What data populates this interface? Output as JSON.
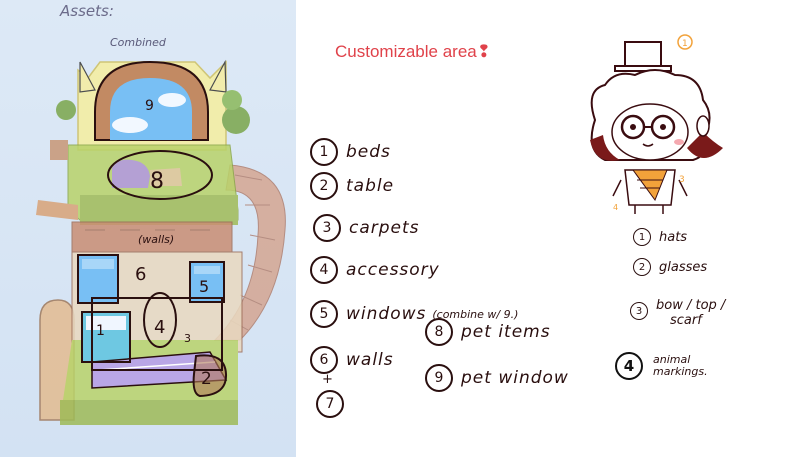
{
  "headings": {
    "assets": "Assets:",
    "combined": "Combined",
    "customizable": "Customizable area",
    "customizable_mark": "❢"
  },
  "house_labels": {
    "n9": "9",
    "n8": "8",
    "walls": "(walls)",
    "n6": "6",
    "n5": "5",
    "n1": "1",
    "n4": "4",
    "n3": "3",
    "n2": "2"
  },
  "room_items": [
    {
      "num": "1",
      "label": "beds"
    },
    {
      "num": "2",
      "label": "table"
    },
    {
      "num": "3",
      "label": "carpets"
    },
    {
      "num": "4",
      "label": "accessory"
    },
    {
      "num": "5",
      "label": "windows",
      "note": "(combine w/ 9.)"
    },
    {
      "num": "6",
      "label": "walls"
    },
    {
      "num": "7",
      "plus": "+"
    },
    {
      "num": "8",
      "label": "pet items"
    },
    {
      "num": "9",
      "label": "pet window"
    }
  ],
  "character_labels": {
    "n1": "1",
    "n3": "3",
    "n4": "4"
  },
  "character_items": [
    {
      "num": "1",
      "label": "hats"
    },
    {
      "num": "2",
      "label": "glasses"
    },
    {
      "num": "3",
      "label": "bow / top /",
      "label2": "scarf"
    },
    {
      "num": "4",
      "label": "animal",
      "label2": "markings."
    }
  ],
  "colors": {
    "panel_bg": "#d3e2f3",
    "title_red": "#e0424a",
    "ink": "#2a0f0f",
    "roof_grass": "#a8c860",
    "wood": "#c89676",
    "stairs": "#d49d84",
    "carpet": "#b9a6e6"
  }
}
